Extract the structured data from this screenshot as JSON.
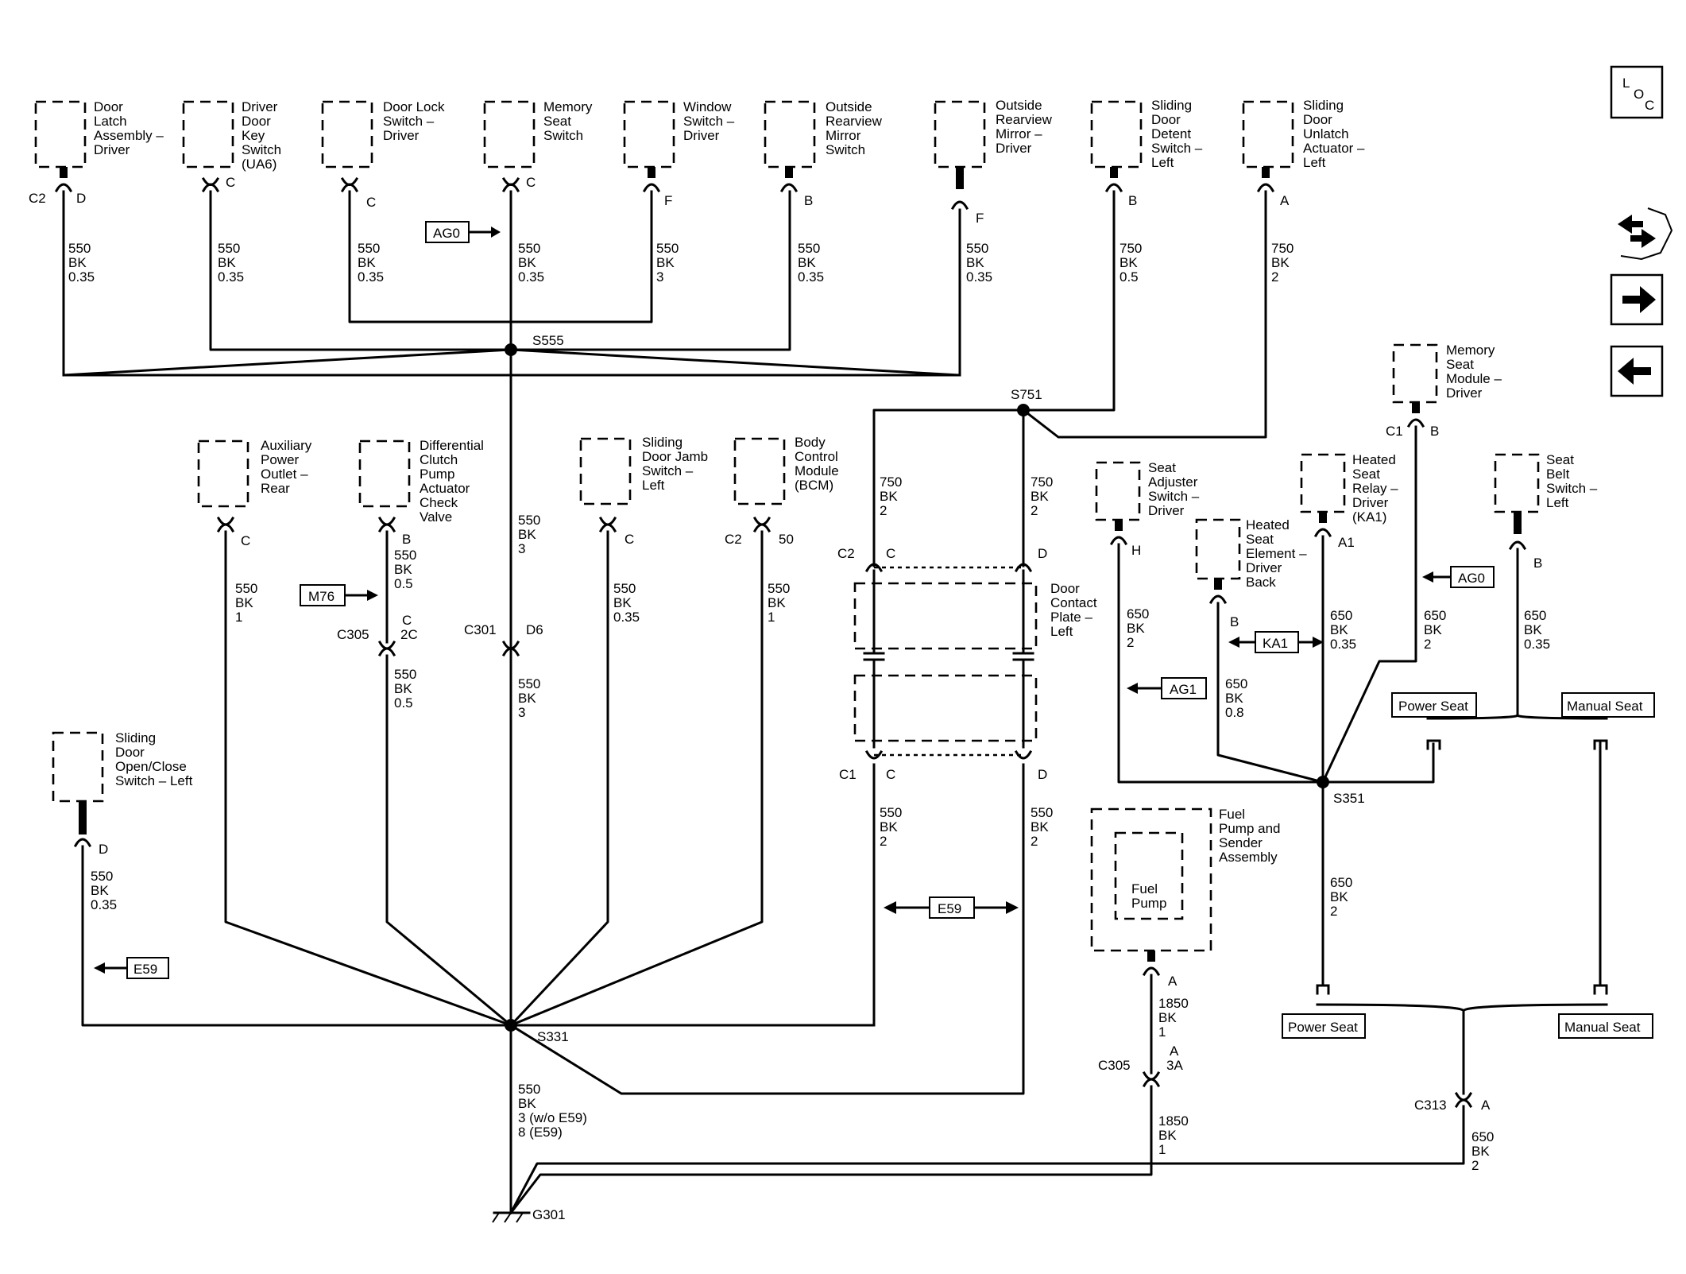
{
  "components": {
    "door_latch_driver": [
      "Door",
      "Latch",
      "Assembly –",
      "Driver"
    ],
    "driver_door_key_switch": [
      "Driver",
      "Door",
      "Key",
      "Switch",
      "(UA6)"
    ],
    "door_lock_switch_driver": [
      "Door Lock",
      "Switch –",
      "Driver"
    ],
    "memory_seat_switch": [
      "Memory",
      "Seat",
      "Switch"
    ],
    "window_switch_driver": [
      "Window",
      "Switch –",
      "Driver"
    ],
    "outside_mirror_switch": [
      "Outside",
      "Rearview",
      "Mirror",
      "Switch"
    ],
    "outside_mirror_driver": [
      "Outside",
      "Rearview",
      "Mirror –",
      "Driver"
    ],
    "sliding_door_detent_switch": [
      "Sliding",
      "Door",
      "Detent",
      "Switch –",
      "Left"
    ],
    "sliding_door_unlatch_actuator": [
      "Sliding",
      "Door",
      "Unlatch",
      "Actuator –",
      "Left"
    ],
    "aux_power_outlet_rear": [
      "Auxiliary",
      "Power",
      "Outlet –",
      "Rear"
    ],
    "differential_clutch_valve": [
      "Differential",
      "Clutch",
      "Pump",
      "Actuator",
      "Check",
      "Valve"
    ],
    "sliding_door_jamb_switch": [
      "Sliding",
      "Door Jamb",
      "Switch –",
      "Left"
    ],
    "body_control_module": [
      "Body",
      "Control",
      "Module",
      "(BCM)"
    ],
    "door_contact_plate": [
      "Door",
      "Contact",
      "Plate –",
      "Left"
    ],
    "sliding_door_open_close_switch": [
      "Sliding",
      "Door",
      "Open/Close",
      "Switch – Left"
    ],
    "memory_seat_module_driver": [
      "Memory",
      "Seat",
      "Module –",
      "Driver"
    ],
    "seat_adjuster_switch_driver": [
      "Seat",
      "Adjuster",
      "Switch –",
      "Driver"
    ],
    "heated_seat_element_driver_back": [
      "Heated",
      "Seat",
      "Element –",
      "Driver",
      "Back"
    ],
    "heated_seat_relay_driver": [
      "Heated",
      "Seat",
      "Relay –",
      "Driver",
      "(KA1)"
    ],
    "seat_belt_switch_left": [
      "Seat",
      "Belt",
      "Switch –",
      "Left"
    ],
    "fuel_pump_sender_assembly": [
      "Fuel",
      "Pump and",
      "Sender",
      "Assembly"
    ],
    "fuel_pump": [
      "Fuel",
      "Pump"
    ]
  },
  "pins": {
    "p_c2": "C2",
    "p_d": "D",
    "p_c_a": "C",
    "p_c_b": "C",
    "p_c_c": "C",
    "p_f_a": "F",
    "p_b_a": "B",
    "p_f_b": "F",
    "p_b_b": "B",
    "p_a_a": "A",
    "p_c_d": "C",
    "p_b_c": "B",
    "p_c_e": "C",
    "p_c2_b": "C2",
    "p_50": "50",
    "p_c305": "C305",
    "p_c_f": "C",
    "p_2c": "2C",
    "p_c301": "C301",
    "p_d6": "D6",
    "p_c2_c": "C2",
    "p_c_g": "C",
    "p_d_b": "D",
    "p_c1": "C1",
    "p_c_h": "C",
    "p_d_c": "D",
    "p_d_d": "D",
    "p_c1_b": "C1",
    "p_b_d": "B",
    "p_h": "H",
    "p_b_e": "B",
    "p_a1": "A1",
    "p_b_f": "B",
    "p_a_b": "A",
    "p_c305_b": "C305",
    "p_a_c": "A",
    "p_3a": "3A",
    "p_c313": "C313",
    "p_a_d": "A"
  },
  "wires": {
    "w1": [
      "550",
      "BK",
      "0.35"
    ],
    "w2": [
      "550",
      "BK",
      "0.35"
    ],
    "w3": [
      "550",
      "BK",
      "0.35"
    ],
    "w4": [
      "550",
      "BK",
      "0.35"
    ],
    "w5": [
      "550",
      "BK",
      "3"
    ],
    "w6": [
      "550",
      "BK",
      "0.35"
    ],
    "w7": [
      "550",
      "BK",
      "0.35"
    ],
    "w8": [
      "750",
      "BK",
      "0.5"
    ],
    "w9": [
      "750",
      "BK",
      "2"
    ],
    "w10": [
      "550",
      "BK",
      "1"
    ],
    "w11": [
      "550",
      "BK",
      "0.5"
    ],
    "w12": [
      "550",
      "BK",
      "0.5"
    ],
    "w13": [
      "550",
      "BK",
      "3"
    ],
    "w14": [
      "550",
      "BK",
      "3"
    ],
    "w15": [
      "550",
      "BK",
      "0.35"
    ],
    "w16": [
      "550",
      "BK",
      "1"
    ],
    "w17": [
      "750",
      "BK",
      "2"
    ],
    "w18": [
      "750",
      "BK",
      "2"
    ],
    "w19": [
      "550",
      "BK",
      "2"
    ],
    "w20": [
      "550",
      "BK",
      "2"
    ],
    "w21": [
      "550",
      "BK",
      "0.35"
    ],
    "w22": [
      "550",
      "BK",
      "3 (w/o E59)",
      "8 (E59)"
    ],
    "w23": [
      "650",
      "BK",
      "2"
    ],
    "w24": [
      "650",
      "BK",
      "0.8"
    ],
    "w25": [
      "650",
      "BK",
      "0.35"
    ],
    "w26": [
      "650",
      "BK",
      "2"
    ],
    "w27": [
      "650",
      "BK",
      "0.35"
    ],
    "w28": [
      "650",
      "BK",
      "2"
    ],
    "w29": [
      "1850",
      "BK",
      "1"
    ],
    "w30": [
      "1850",
      "BK",
      "1"
    ],
    "w31": [
      "650",
      "BK",
      "2"
    ]
  },
  "splices": {
    "s555": "S555",
    "s751": "S751",
    "s331": "S331",
    "s351": "S351",
    "g301": "G301"
  },
  "option_tags": {
    "ag0_a": "AG0",
    "m76": "M76",
    "e59_a": "E59",
    "e59_b": "E59",
    "ag0_b": "AG0",
    "ka1": "KA1",
    "ag1": "AG1"
  },
  "option_labels": {
    "power_seat_a": "Power Seat",
    "manual_seat_a": "Manual Seat",
    "power_seat_b": "Power Seat",
    "manual_seat_b": "Manual Seat"
  },
  "nav": {
    "loc_l": "L",
    "loc_o": "O",
    "loc_c": "C"
  }
}
